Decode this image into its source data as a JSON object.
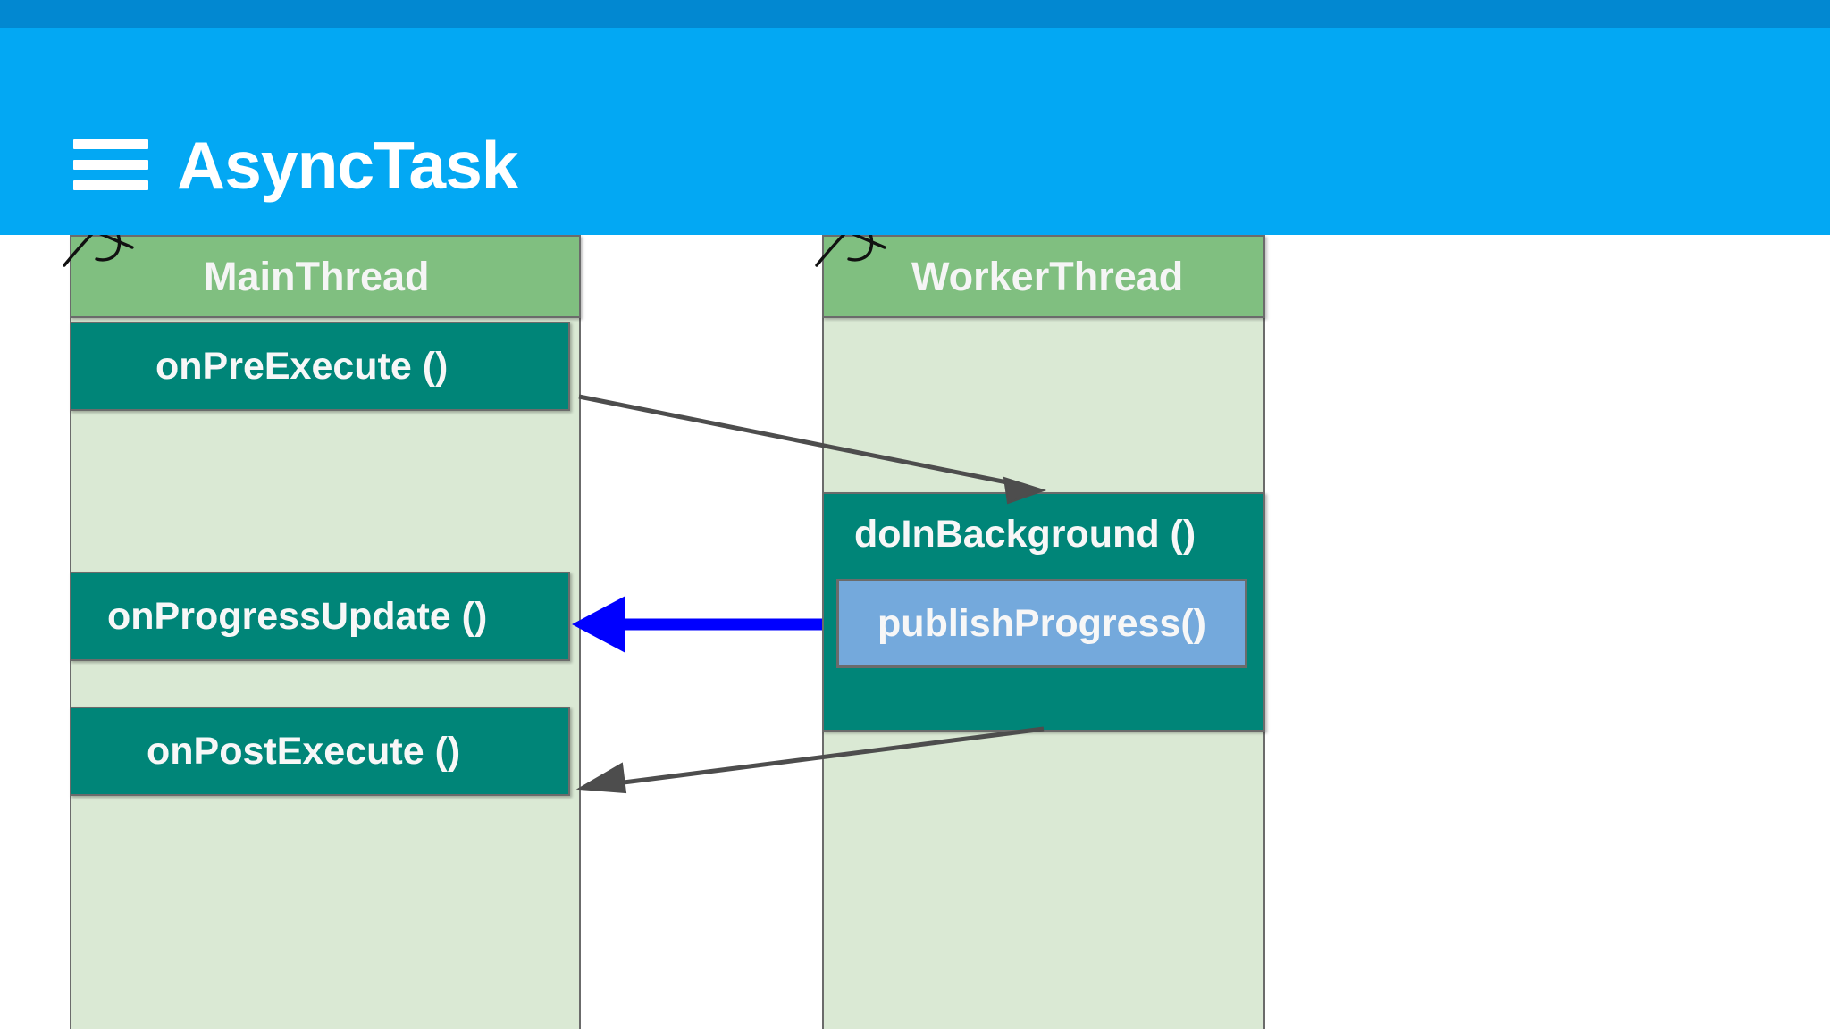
{
  "app": {
    "status_bar_color": "#0288d1",
    "app_bar_color": "#03a8f3",
    "title": "AsyncTask",
    "menu_icon": "hamburger-menu-icon"
  },
  "diagram": {
    "type": "uml-sequence-diagram",
    "background_color": "#ffffff",
    "lifeline_header_color": "#80bf80",
    "lifeline_body_color": "#dae9d4",
    "activation_color": "#008578",
    "inner_call_color": "#74a9dc",
    "border_color": "#6b6b6b",
    "lifelines": [
      {
        "id": "main-thread",
        "title": "MainThread",
        "actor_icon": "actor-stick-figure-icon",
        "activations": [
          {
            "id": "on-pre-execute",
            "label": "onPreExecute ()"
          },
          {
            "id": "on-progress-update",
            "label": "onProgressUpdate ()"
          },
          {
            "id": "on-post-execute",
            "label": "onPostExecute ()"
          }
        ]
      },
      {
        "id": "worker-thread",
        "title": "WorkerThread",
        "actor_icon": "actor-stick-figure-icon",
        "activations": [
          {
            "id": "do-in-background",
            "label": "doInBackground ()"
          }
        ],
        "inner_calls": [
          {
            "id": "publish-progress",
            "label": "publishProgress()"
          }
        ]
      }
    ],
    "messages": [
      {
        "id": "msg-start-background",
        "from": "onPreExecute ()",
        "to": "doInBackground ()",
        "color": "#4d4d4d",
        "style": "solid",
        "direction": "right"
      },
      {
        "id": "msg-publish-progress",
        "from": "publishProgress()",
        "to": "onProgressUpdate ()",
        "color": "#0000ff",
        "style": "solid",
        "direction": "left"
      },
      {
        "id": "msg-post-execute",
        "from": "doInBackground ()",
        "to": "onPostExecute ()",
        "color": "#4d4d4d",
        "style": "solid",
        "direction": "left"
      }
    ]
  }
}
